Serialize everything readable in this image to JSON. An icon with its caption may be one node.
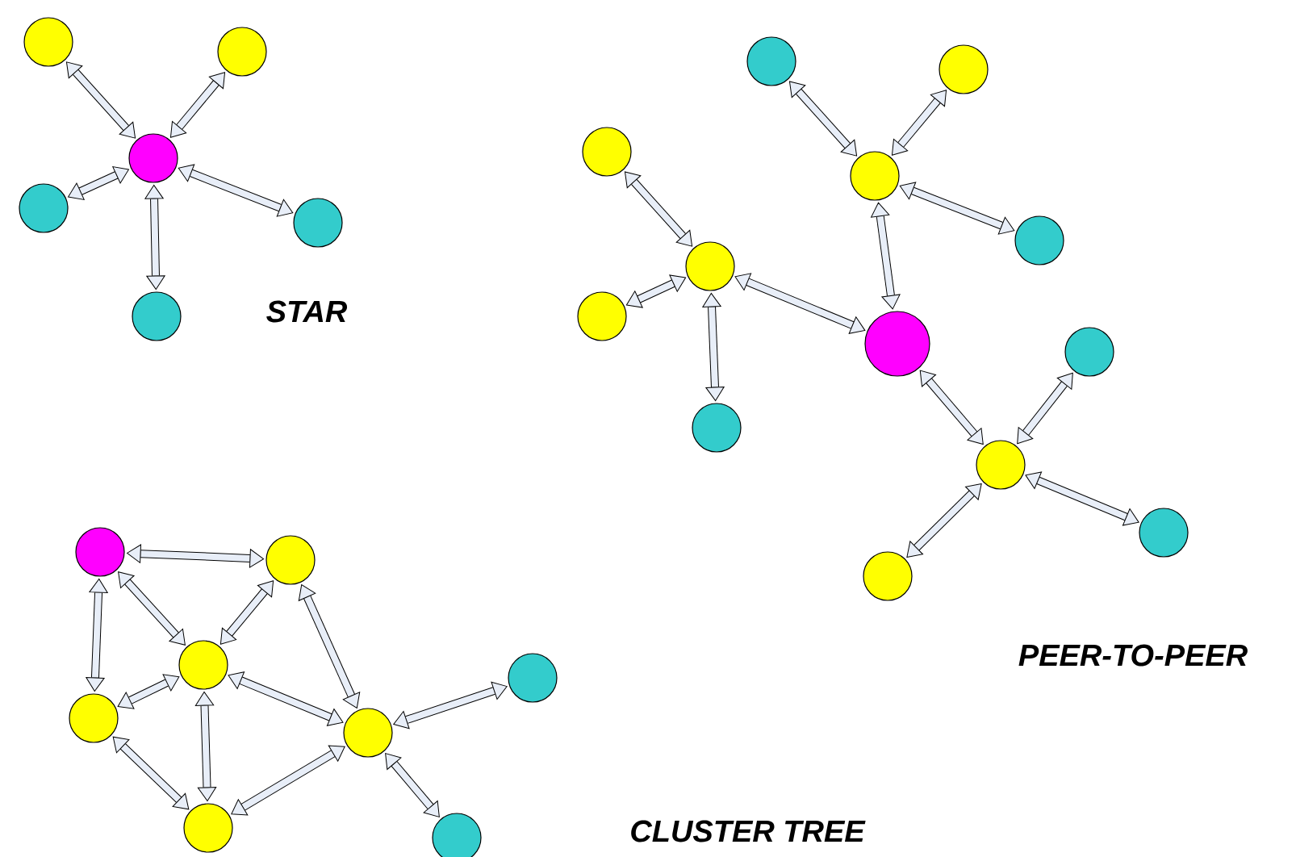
{
  "diagram": {
    "nodes": [
      {
        "text": [],
        "shape": "circle"
      },
      {
        "text": [],
        "shape": "circle"
      },
      {
        "text": [],
        "shape": "circle"
      },
      {
        "text": [],
        "shape": "circle"
      },
      {
        "text": [],
        "shape": "circle"
      },
      {
        "text": [],
        "shape": "circle"
      },
      {
        "text": [],
        "shape": "circle"
      },
      {
        "text": [],
        "shape": "circle"
      },
      {
        "text": [],
        "shape": "circle"
      },
      {
        "text": [],
        "shape": "circle"
      },
      {
        "text": [],
        "shape": "circle"
      },
      {
        "text": [],
        "shape": "circle"
      },
      {
        "text": [],
        "shape": "circle"
      },
      {
        "text": [],
        "shape": "circle"
      },
      {
        "text": [],
        "shape": "circle"
      },
      {
        "text": [],
        "shape": "circle"
      },
      {
        "text": [],
        "shape": "circle"
      },
      {
        "text": [],
        "shape": "circle"
      },
      {
        "text": [],
        "shape": "circle"
      },
      {
        "text": [],
        "shape": "circle"
      },
      {
        "text": [],
        "shape": "circle"
      },
      {
        "text": [],
        "shape": "circle"
      },
      {
        "text": [],
        "shape": "circle"
      },
      {
        "text": [],
        "shape": "circle"
      },
      {
        "text": [],
        "shape": "circle"
      },
      {
        "text": [],
        "shape": "circle"
      },
      {
        "text": [],
        "shape": "circle"
      }
    ],
    "edges": [
      {
        "from": 0,
        "to": 1,
        "arrow": "both"
      },
      {
        "from": 0,
        "to": 2,
        "arrow": "both"
      },
      {
        "from": 0,
        "to": 3,
        "arrow": "both"
      },
      {
        "from": 0,
        "to": 4,
        "arrow": "both"
      },
      {
        "from": 0,
        "to": 5,
        "arrow": "both"
      },
      {
        "from": 8,
        "to": 6,
        "arrow": "both"
      },
      {
        "from": 8,
        "to": 7,
        "arrow": "both"
      },
      {
        "from": 8,
        "to": 9,
        "arrow": "both"
      },
      {
        "from": 8,
        "to": 13,
        "arrow": "both"
      },
      {
        "from": 11,
        "to": 10,
        "arrow": "both"
      },
      {
        "from": 11,
        "to": 12,
        "arrow": "both"
      },
      {
        "from": 11,
        "to": 15,
        "arrow": "both"
      },
      {
        "from": 11,
        "to": 13,
        "arrow": "both"
      },
      {
        "from": 13,
        "to": 16,
        "arrow": "both"
      },
      {
        "from": 16,
        "to": 14,
        "arrow": "both"
      },
      {
        "from": 16,
        "to": 17,
        "arrow": "both"
      },
      {
        "from": 16,
        "to": 18,
        "arrow": "both"
      },
      {
        "from": 19,
        "to": 20,
        "arrow": "both"
      },
      {
        "from": 19,
        "to": 21,
        "arrow": "both"
      },
      {
        "from": 19,
        "to": 22,
        "arrow": "both"
      },
      {
        "from": 20,
        "to": 21,
        "arrow": "both"
      },
      {
        "from": 20,
        "to": 23,
        "arrow": "both"
      },
      {
        "from": 21,
        "to": 22,
        "arrow": "both"
      },
      {
        "from": 21,
        "to": 23,
        "arrow": "both"
      },
      {
        "from": 21,
        "to": 25,
        "arrow": "both"
      },
      {
        "from": 22,
        "to": 25,
        "arrow": "both"
      },
      {
        "from": 25,
        "to": 23,
        "arrow": "both"
      },
      {
        "from": 23,
        "to": 24,
        "arrow": "both"
      },
      {
        "from": 23,
        "to": 26,
        "arrow": "both"
      }
    ],
    "labels": [
      "STAR",
      "PEER-TO-PEER",
      "CLUSTER TREE"
    ]
  }
}
